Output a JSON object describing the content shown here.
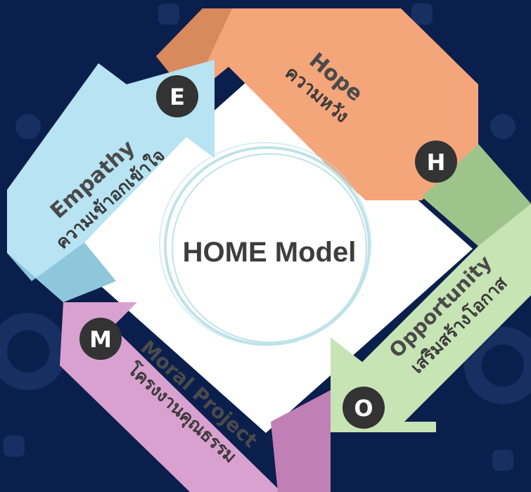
{
  "title": "HOME Model",
  "colors": {
    "background": "#0b1f4d",
    "hope": "#f4a57a",
    "hope_dark": "#d9895e",
    "opportunity": "#c7e4b4",
    "opportunity_dark": "#9fc48b",
    "moral": "#d9a1cf",
    "moral_dark": "#c07fb5",
    "empathy": "#b7e3f2",
    "empathy_dark": "#8ec7dc",
    "badge": "#333333"
  },
  "segments": {
    "hope": {
      "letter": "H",
      "english": "Hope",
      "thai": "ความหวัง"
    },
    "opportunity": {
      "letter": "O",
      "english": "Opportunity",
      "thai": "เสริมสร้างโอกาส"
    },
    "moral": {
      "letter": "M",
      "english": "Moral Project",
      "thai": "โครงงานคุณธรรม"
    },
    "empathy": {
      "letter": "E",
      "english": "Empathy",
      "thai": "ความเข้าอกเข้าใจ"
    }
  }
}
